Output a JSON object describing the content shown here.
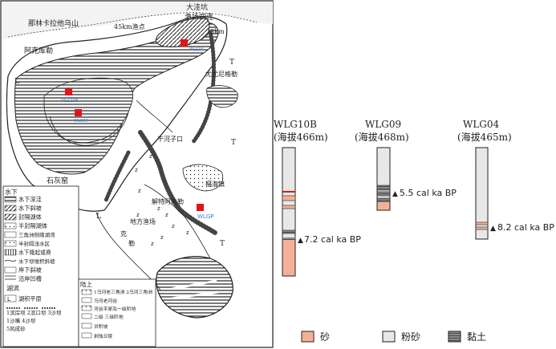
{
  "map": {
    "place_labels": {
      "nalinkala": "那林卡拉他乌山",
      "dawakeng": "大洼坑",
      "yuchang4": "渔场四连",
      "km45": "45km渔点",
      "km_small": "3km",
      "akekule": "阿克库勒",
      "T3_a": "T",
      "L_left": "L",
      "youshanigele": "尤尤尼格勒",
      "ganhekou": "干河子口",
      "T3_b": "T",
      "fuhaizhen": "福海镇",
      "jietehare": "解特阿热勒",
      "dongfangyuchang": "地方渔场",
      "ke": "克",
      "le": "勒",
      "shihuiyao": "石灰窑",
      "L_mid": "L",
      "T3_c": "T",
      "site_wlgp": "WLGP",
      "site_a": "WLG10B",
      "site_b": "WLG09",
      "site_c": "WLG04"
    },
    "legend": {
      "header_water": "水下",
      "items": [
        "水下深洼",
        "水下斜坡",
        "封隔湖体",
        "半封隔湖体",
        "三角洲侧缘湖湾",
        "半封隔浅水区",
        "水下隆起或脊",
        "水下坝堆积斜坡",
        "岸下斜坡",
        "沿岸凹槽"
      ],
      "header_shore": "湖滨",
      "shore_items": [
        "湖积平原",
        "1滨岸坝 2滨口坝 3沙坝",
        "1沙嘴 4沙坝",
        "5风成砂"
      ],
      "header_land": "陆上",
      "land_items": [
        "1乌河老三角洲 2乌河三角洲",
        "乌河老河谷",
        "河谷平原及一级阶地",
        "二级 三级阶地",
        "洪积坡",
        "剥蚀丘陵"
      ]
    }
  },
  "cores": [
    {
      "id": "WLG10B",
      "altitude": "(海拔466m)",
      "date_label": "7.2 cal ka BP"
    },
    {
      "id": "WLG09",
      "altitude": "(海拔468m)",
      "date_label": "5.5 cal ka BP"
    },
    {
      "id": "WLG04",
      "altitude": "(海拔465m)",
      "date_label": "8.2 cal ka BP"
    }
  ],
  "key": {
    "sand": "砂",
    "silt": "粉砂",
    "clay": "黏土"
  },
  "colors": {
    "sand": "#f4b199",
    "silt": "#eaeaea",
    "clay": "#7a7a7a",
    "marker": "#e0151b",
    "site_label": "#3a7bd5"
  }
}
